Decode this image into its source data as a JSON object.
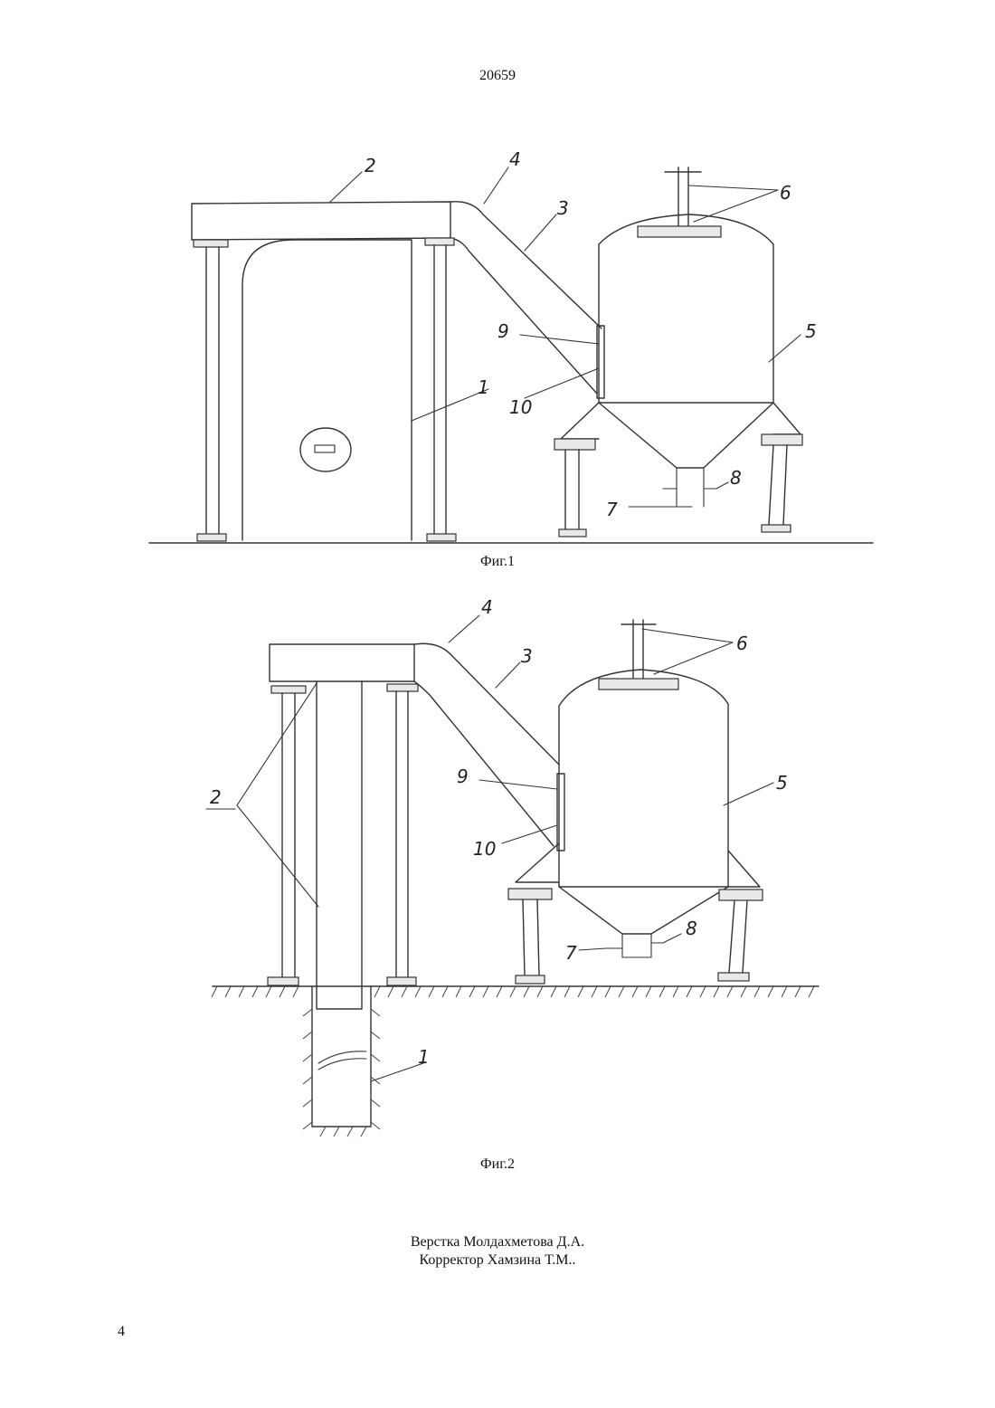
{
  "document": {
    "number": "20659",
    "page_number": "4"
  },
  "figures": [
    {
      "caption": "Фиг.1",
      "labels": {
        "l1": "1",
        "l2": "2",
        "l3": "3",
        "l4": "4",
        "l5": "5",
        "l6": "6",
        "l7": "7",
        "l8": "8",
        "l9": "9",
        "l10": "10"
      }
    },
    {
      "caption": "Фиг.2",
      "labels": {
        "l1": "1",
        "l2": "2",
        "l3": "3",
        "l4": "4",
        "l5": "5",
        "l6": "6",
        "l7": "7",
        "l8": "8",
        "l9": "9",
        "l10": "10"
      }
    }
  ],
  "credits": {
    "layout": "Верстка Молдахметова Д.А.",
    "corrector": "Корректор Хамзина Т.М.."
  }
}
